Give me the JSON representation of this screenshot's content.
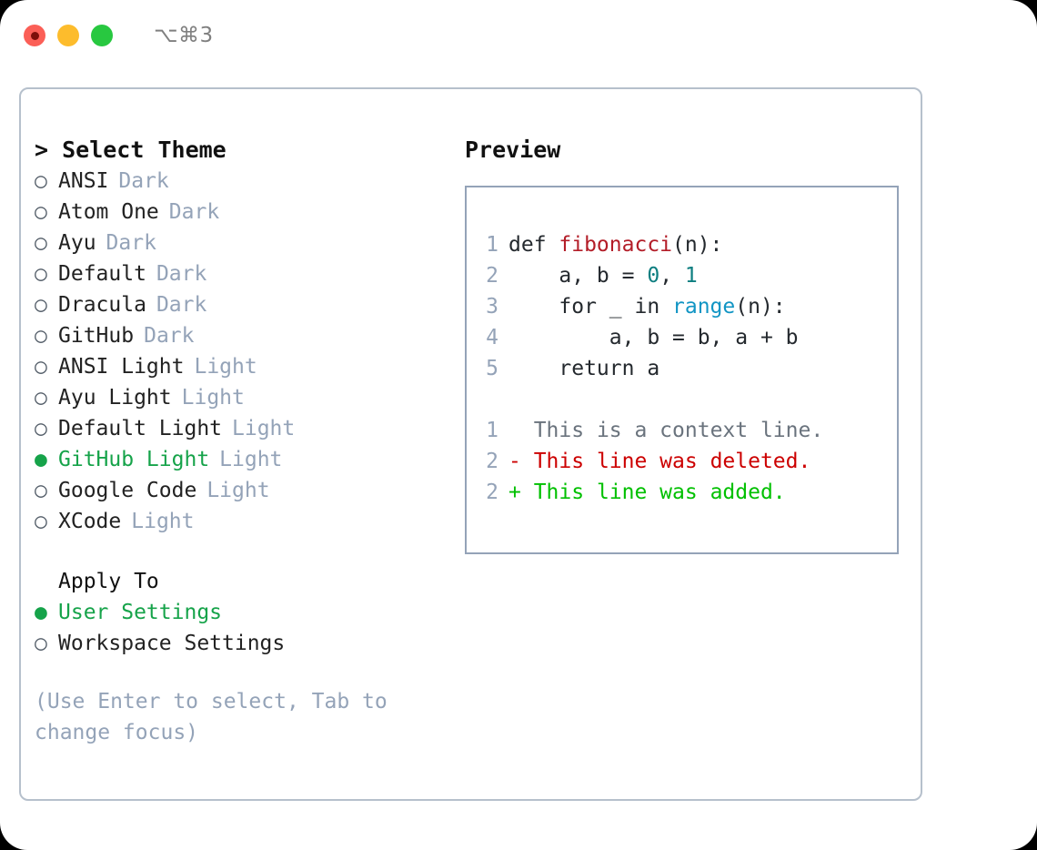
{
  "titlebar": {
    "shortcut": "⌥⌘3",
    "lights": [
      {
        "name": "close-button",
        "color": "#fb5f57"
      },
      {
        "name": "minimize-button",
        "color": "#fdbc2c"
      },
      {
        "name": "maximize-button",
        "color": "#28c840"
      }
    ]
  },
  "theme_list": {
    "heading": "> Select Theme",
    "items": [
      {
        "marker": "○",
        "name": "ANSI",
        "badge": "Dark",
        "selected": false
      },
      {
        "marker": "○",
        "name": "Atom One",
        "badge": "Dark",
        "selected": false
      },
      {
        "marker": "○",
        "name": "Ayu",
        "badge": "Dark",
        "selected": false
      },
      {
        "marker": "○",
        "name": "Default",
        "badge": "Dark",
        "selected": false
      },
      {
        "marker": "○",
        "name": "Dracula",
        "badge": "Dark",
        "selected": false
      },
      {
        "marker": "○",
        "name": "GitHub",
        "badge": "Dark",
        "selected": false
      },
      {
        "marker": "○",
        "name": "ANSI Light",
        "badge": "Light",
        "selected": false
      },
      {
        "marker": "○",
        "name": "Ayu Light",
        "badge": "Light",
        "selected": false
      },
      {
        "marker": "○",
        "name": "Default Light",
        "badge": "Light",
        "selected": false
      },
      {
        "marker": "●",
        "name": "GitHub Light",
        "badge": "Light",
        "selected": true
      },
      {
        "marker": "○",
        "name": "Google Code",
        "badge": "Light",
        "selected": false
      },
      {
        "marker": "○",
        "name": "XCode",
        "badge": "Light",
        "selected": false
      }
    ]
  },
  "apply_to": {
    "label": "Apply To",
    "items": [
      {
        "marker": "●",
        "name": "User Settings",
        "selected": true
      },
      {
        "marker": "○",
        "name": "Workspace Settings",
        "selected": false
      }
    ]
  },
  "hint": "(Use Enter to select, Tab to change focus)",
  "preview": {
    "title": "Preview",
    "code_lines": [
      {
        "no": "1",
        "tokens": [
          {
            "t": "def ",
            "k": "plain"
          },
          {
            "t": "fibonacci",
            "k": "fn"
          },
          {
            "t": "(n):",
            "k": "plain"
          }
        ]
      },
      {
        "no": "2",
        "tokens": [
          {
            "t": "    a, b = ",
            "k": "plain"
          },
          {
            "t": "0",
            "k": "num"
          },
          {
            "t": ", ",
            "k": "plain"
          },
          {
            "t": "1",
            "k": "num"
          }
        ]
      },
      {
        "no": "3",
        "tokens": [
          {
            "t": "    for _ in ",
            "k": "plain"
          },
          {
            "t": "range",
            "k": "call"
          },
          {
            "t": "(n):",
            "k": "plain"
          }
        ]
      },
      {
        "no": "4",
        "tokens": [
          {
            "t": "        a, b = b, a + b",
            "k": "plain"
          }
        ]
      },
      {
        "no": "5",
        "tokens": [
          {
            "t": "    return a",
            "k": "plain"
          }
        ]
      }
    ],
    "diff_lines": [
      {
        "no": "1",
        "marker": "  ",
        "text": "This is a context line.",
        "kind": "ctx"
      },
      {
        "no": "2",
        "marker": "- ",
        "text": "This line was deleted.",
        "kind": "del"
      },
      {
        "no": "2",
        "marker": "+ ",
        "text": "This line was added.",
        "kind": "add"
      }
    ]
  }
}
